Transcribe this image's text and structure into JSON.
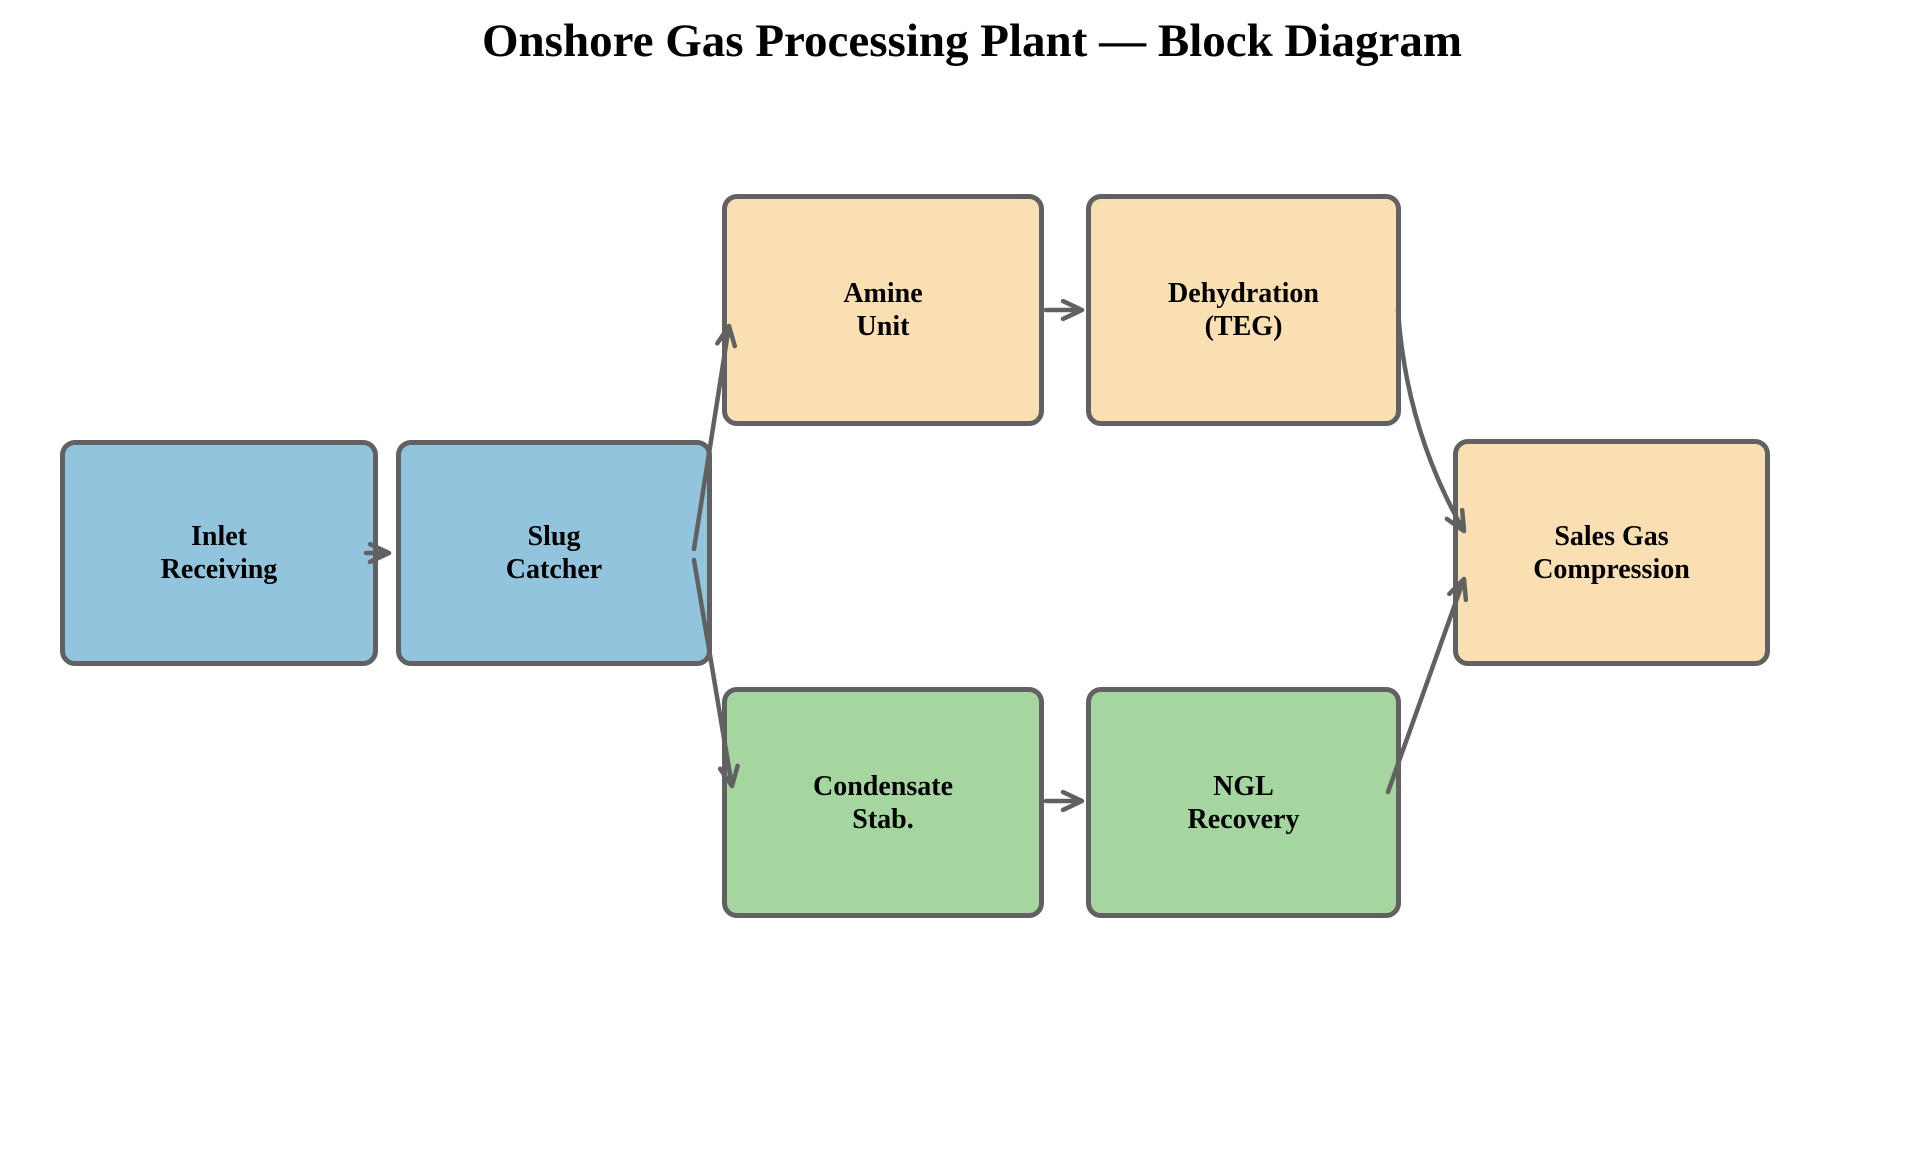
{
  "title": "Onshore Gas Processing Plant — Block Diagram",
  "colors": {
    "blue": "#92C5DD",
    "orange": "#FADFB3",
    "green": "#A5D6A0",
    "edge": "#616161",
    "text": "#000000",
    "background": "#FFFFFF"
  },
  "nodes": {
    "inlet": {
      "line1": "Inlet",
      "line2": "Receiving",
      "color": "blue"
    },
    "slug": {
      "line1": "Slug",
      "line2": "Catcher",
      "color": "blue"
    },
    "amine": {
      "line1": "Amine",
      "line2": "Unit",
      "color": "orange"
    },
    "dehydration": {
      "line1": "Dehydration",
      "line2": "(TEG)",
      "color": "orange"
    },
    "condensate": {
      "line1": "Condensate",
      "line2": "Stab.",
      "color": "green"
    },
    "ngl": {
      "line1": "NGL",
      "line2": "Recovery",
      "color": "green"
    },
    "sales": {
      "line1": "Sales Gas",
      "line2": "Compression",
      "color": "orange"
    }
  },
  "edges": [
    {
      "from": "inlet",
      "to": "slug"
    },
    {
      "from": "slug",
      "to": "amine"
    },
    {
      "from": "slug",
      "to": "condensate"
    },
    {
      "from": "amine",
      "to": "dehydration"
    },
    {
      "from": "condensate",
      "to": "ngl"
    },
    {
      "from": "dehydration",
      "to": "sales"
    },
    {
      "from": "ngl",
      "to": "sales"
    }
  ]
}
